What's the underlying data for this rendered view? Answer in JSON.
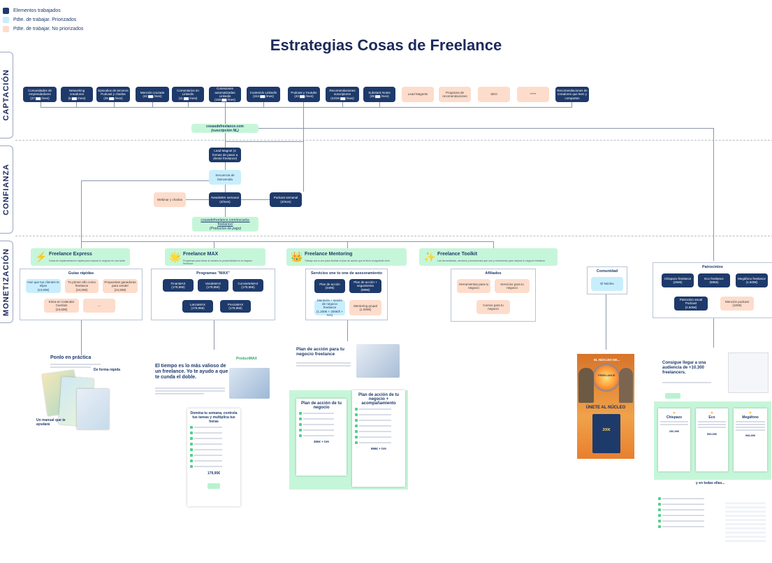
{
  "legend": [
    {
      "label": "Elementos trabajados",
      "color": "#1e3a6b"
    },
    {
      "label": "Pdte. de trabajar. Priorizados",
      "color": "#c9eefb"
    },
    {
      "label": "Pdte. de trabajar. No priorizados",
      "color": "#fddccb"
    }
  ],
  "title": "Estrategias Cosas de Freelance",
  "sections": {
    "captacion": "CAPTACIÓN",
    "confianza": "CONFIANZA",
    "monetizacion": "MONETIZACIÓN"
  },
  "captacion_boxes": [
    {
      "label": "Comunidades de emprendedores",
      "sub": "(47 ▆▆ /mes)",
      "kind": "navy"
    },
    {
      "label": "Networking creadores",
      "sub": "(5 ▆▆ /mes)",
      "kind": "navy"
    },
    {
      "label": "Episodios de terceros Podcast y charlas",
      "sub": "(45 ▆▆ /mes)",
      "kind": "navy"
    },
    {
      "label": "Mención cruzada",
      "sub": "(42 ▆▆ /mes)",
      "kind": "navy"
    },
    {
      "label": "Comentarios en Linkedin",
      "sub": "(11 ▆▆ /mes)",
      "kind": "navy"
    },
    {
      "label": "Conexiones automatizadas Linkedin",
      "sub": "(150 ▆▆ /mes)",
      "kind": "navy"
    },
    {
      "label": "Contenido Linkedin",
      "sub": "(244 ▆▆ /mes)",
      "kind": "navy"
    },
    {
      "label": "Podcast y Youtube",
      "sub": "(43 ▆▆ /mes)",
      "kind": "navy"
    },
    {
      "label": "Recomendaciones suscriptores",
      "sub": "(24/26 ▆▆ /mes)",
      "kind": "navy"
    },
    {
      "label": "Substack Notes",
      "sub": "(49 ▆▆ /mes)",
      "kind": "navy"
    },
    {
      "label": "Lead Magnets",
      "sub": "",
      "kind": "peach"
    },
    {
      "label": "Programa de recomendaciones",
      "sub": "",
      "kind": "peach"
    },
    {
      "label": "SEO",
      "sub": "",
      "kind": "peach"
    },
    {
      "label": "*****",
      "sub": "",
      "kind": "peach"
    },
    {
      "label": "Recomendaciones de creadores que leen y comparten",
      "sub": "",
      "kind": "navy"
    }
  ],
  "flow": {
    "newsletter_line1": "cosasdefreelance.com",
    "newsletter_line2": "(suscripción NL)",
    "lead_magnet": "Lead Magnet (4 formas de pasar a cliente freelance)",
    "secuencia": "Secuencia de bienvenida",
    "webinar": "Webinar y charlas",
    "newsletter_semanal": "Newsletter semanal (4/mes)",
    "podcast_semanal": "Podcast semanal (4/mes)",
    "pagos_line1": "cosasdefreelance.com/escuela-freelance/",
    "pagos_line2": "(Productos de pago)"
  },
  "products": [
    {
      "icon": "⚡",
      "title": "Freelance Express",
      "desc": "Guías de implementación rápida para mejorar tu negocio en una tarde"
    },
    {
      "icon": "🌟",
      "title": "Freelance MAX",
      "desc": "Programas para llevar al máximo tu productividad en tu negocio freelance"
    },
    {
      "icon": "👑",
      "title": "Freelance Mentoring",
      "desc": "Trabajo uno a uno para diseñar el plan de acción que te lleve al siguiente nivel"
    },
    {
      "icon": "✨",
      "title": "Freelance Toolkit",
      "desc": "Las herramientas, servicios y formaciones que uso y recomiendo para mejorar tu negocio freelance"
    }
  ],
  "panels": {
    "guias": {
      "title": "Guías rápidas",
      "items": [
        {
          "label": "Haz que tus clientes te elijan",
          "sub": "(24,50€)",
          "kind": "cyan"
        },
        {
          "label": "Tu primer año como freelance",
          "sub": "(24,50€)",
          "kind": "peach"
        },
        {
          "label": "Propuestas ganadoras para vender",
          "sub": "(24,50€)",
          "kind": "peach"
        },
        {
          "label": "Entra en Calendar Cuentas",
          "sub": "(24,50€)",
          "kind": "peach"
        },
        {
          "label": "....",
          "sub": "",
          "kind": "peach"
        }
      ]
    },
    "programas": {
      "title": "Programas \"MAX\"",
      "items": [
        {
          "label": "FinanMAX",
          "sub": "(179,95€)"
        },
        {
          "label": "VendeMAX",
          "sub": "(179,95€)"
        },
        {
          "label": "ConvierteMAX",
          "sub": "(179,95€)"
        },
        {
          "label": "LanzaMAX",
          "sub": "(179,95€)"
        },
        {
          "label": "PrecioMAX",
          "sub": "(179,95€)"
        }
      ]
    },
    "servicios": {
      "title": "Servicios one to one de asesoramiento",
      "items": [
        {
          "label": "Plan de acción",
          "sub": "(349€)",
          "kind": "navy"
        },
        {
          "label": "Plan de acción + seguimiento",
          "sub": "(999€)",
          "kind": "navy"
        },
        {
          "label": "Mentoría + sesión de negocio freelance",
          "sub": "(1.200€ + 200€/h + IVA)",
          "kind": "cyan"
        },
        {
          "label": "Mentoring grupal",
          "sub": "(1.000€)",
          "kind": "peach"
        }
      ]
    },
    "afiliados": {
      "title": "Afiliados",
      "items": [
        {
          "label": "Herramientas para tu negocio"
        },
        {
          "label": "Servicios para tu negocio"
        },
        {
          "label": "Cursos para tu negocio"
        }
      ]
    },
    "comunidad": {
      "header": "Comunidad",
      "item": "El Núcleo"
    },
    "patrocinios": {
      "title": "Patrocinios",
      "items": [
        {
          "label": "Chispazo freelance",
          "sub": "(250€)",
          "kind": "navy"
        },
        {
          "label": "Eco freelance",
          "sub": "(595€)",
          "kind": "navy"
        },
        {
          "label": "Megáfono freelance",
          "sub": "(1.500€)",
          "kind": "navy"
        },
        {
          "label": "Patrocinio anual Podcast",
          "sub": "(2.500€)",
          "kind": "navy"
        },
        {
          "label": "Mención podcast",
          "sub": "(100€)",
          "kind": "peach"
        }
      ]
    }
  },
  "screenshots": {
    "express": {
      "heading": "Ponlo en práctica",
      "side": "De forma rápida",
      "footer": "Un manual que te ayudará"
    },
    "max": {
      "heading": "El tiempo es lo más valioso de un freelance. Yo te ayudo a que te cunda el doble.",
      "brand": "ProductMAX",
      "card_title": "Domina tu semana, controla tus tareas y multiplica tus horas",
      "price": "179,95€"
    },
    "mentoring": {
      "heading": "Plan de acción para tu negocio freelance",
      "card1_title": "Plan de acción de tu negocio",
      "card1_price": "390€ + IVA",
      "card2_title": "Plan de acción de tu negocio + acompañamiento",
      "card2_price": "999€ + IVA"
    },
    "nucleo": {
      "top": "EL NÚCLEO DE...",
      "brand": "FREELANCE",
      "cta": "ÚNETE AL NÚCLEO",
      "price": "200€"
    },
    "patro": {
      "heading": "Consigue llegar a una audiencia de +10.300 freelancers.",
      "tiers": [
        {
          "name": "Chispazo",
          "price": "250,99€"
        },
        {
          "name": "Eco",
          "price": "595,99€"
        },
        {
          "name": "Megáfono",
          "price": "998,99€"
        }
      ],
      "footer": "y en todas ellas..."
    }
  }
}
